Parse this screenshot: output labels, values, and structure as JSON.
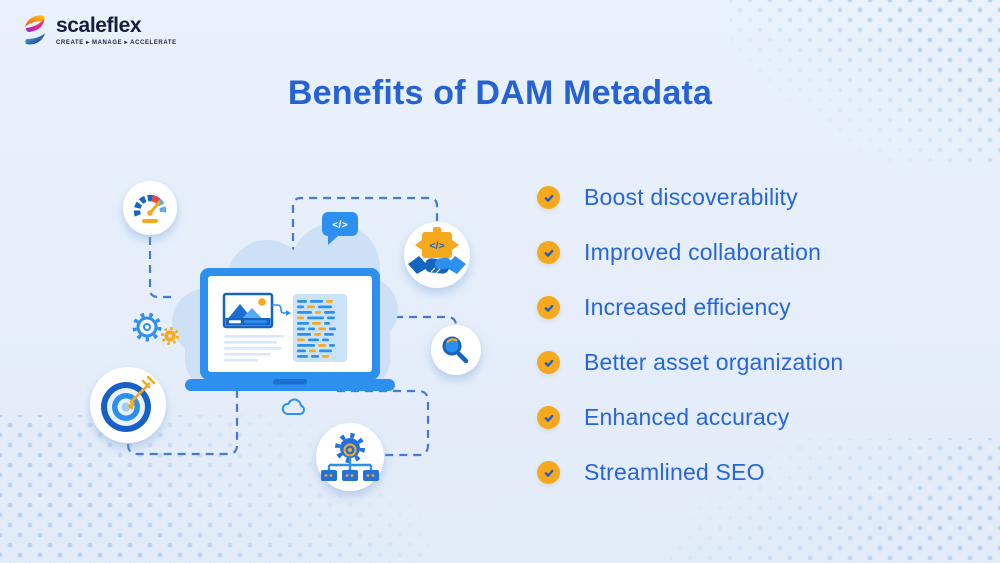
{
  "logo": {
    "brand": "scaleflex",
    "tagline": "CREATE ▸ MANAGE ▸ ACCELERATE"
  },
  "title": "Benefits of DAM Metadata",
  "benefits": {
    "items": [
      {
        "label": "Boost discoverability"
      },
      {
        "label": "Improved collaboration"
      },
      {
        "label": "Increased efficiency"
      },
      {
        "label": "Better asset organization"
      },
      {
        "label": "Enhanced accuracy"
      },
      {
        "label": "Streamlined SEO"
      }
    ]
  },
  "illustration": {
    "code_symbol": "</>",
    "icons": [
      "speedometer-icon",
      "gears-icon",
      "target-icon",
      "code-speech-bubble-icon",
      "integration-handshake-icon",
      "search-icon",
      "workflow-gear-icon",
      "cloud-sync-icon",
      "laptop-screen",
      "check-icon"
    ]
  },
  "colors": {
    "background": "#E4EDF9",
    "title_blue": "#2562D3",
    "text_blue": "#2766D9",
    "accent_yellow": "#F6A91C",
    "laptop_blue": "#2E90EE",
    "dark_blue": "#1565C0",
    "dashed_line": "#4479D6",
    "navy": "#171D3D",
    "dot_pattern": "#B9D2F1"
  }
}
